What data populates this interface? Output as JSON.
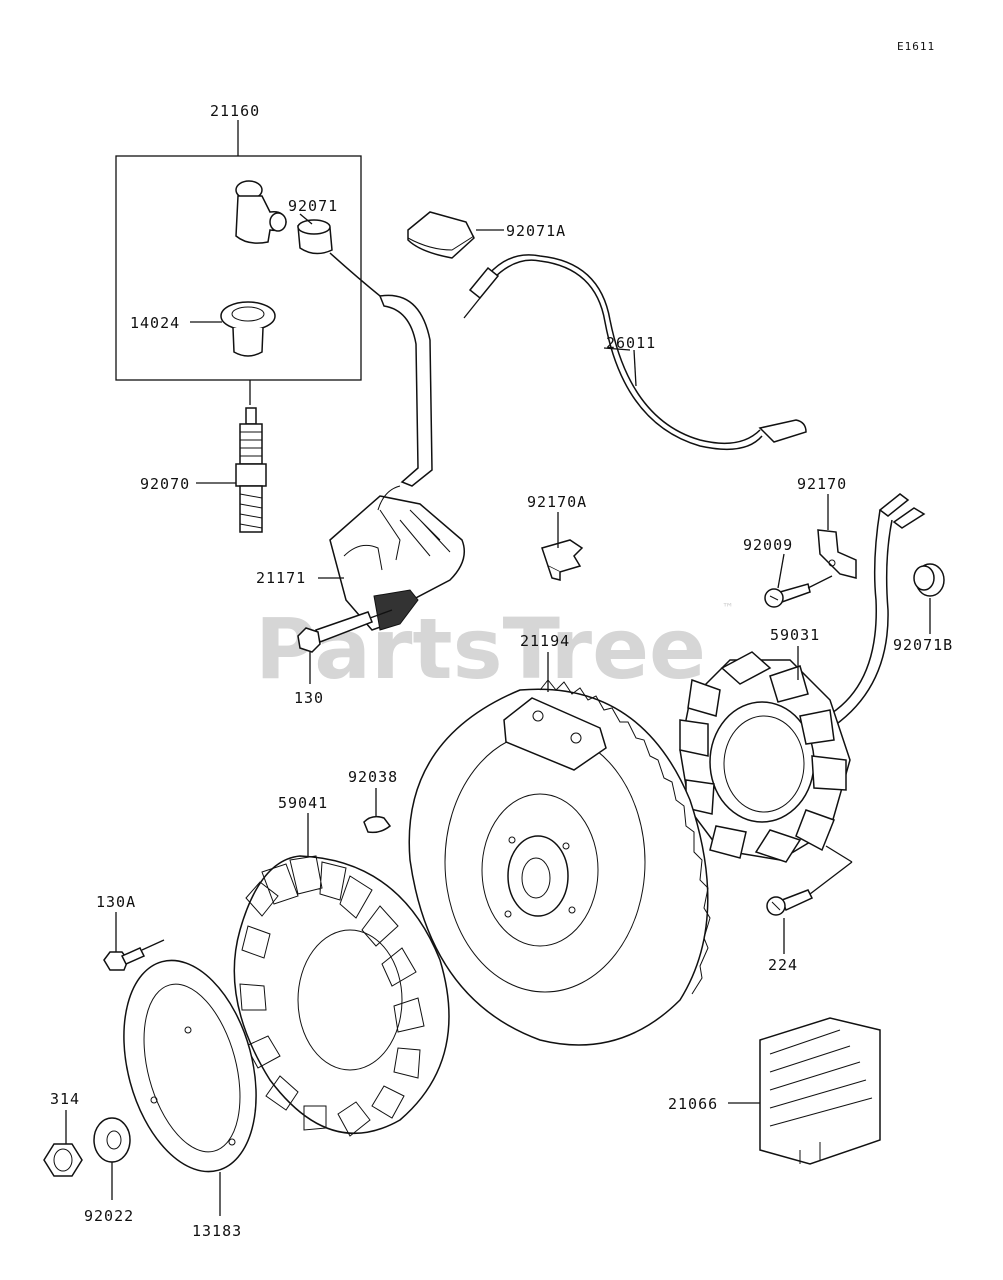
{
  "diagram_code": "E1611",
  "watermark": "PartsTree",
  "watermark_tm": "™",
  "parts": {
    "p21160": "21160",
    "p92071": "92071",
    "p92071A": "92071A",
    "p14024": "14024",
    "p26011": "26011",
    "p92070": "92070",
    "p92170A": "92170A",
    "p92170": "92170",
    "p92009": "92009",
    "p21171": "21171",
    "p92071B": "92071B",
    "p130": "130",
    "p21194": "21194",
    "p59031": "59031",
    "p92038": "92038",
    "p59041": "59041",
    "p130A": "130A",
    "p224": "224",
    "p314": "314",
    "p21066": "21066",
    "p92022": "92022",
    "p13183": "13183"
  }
}
